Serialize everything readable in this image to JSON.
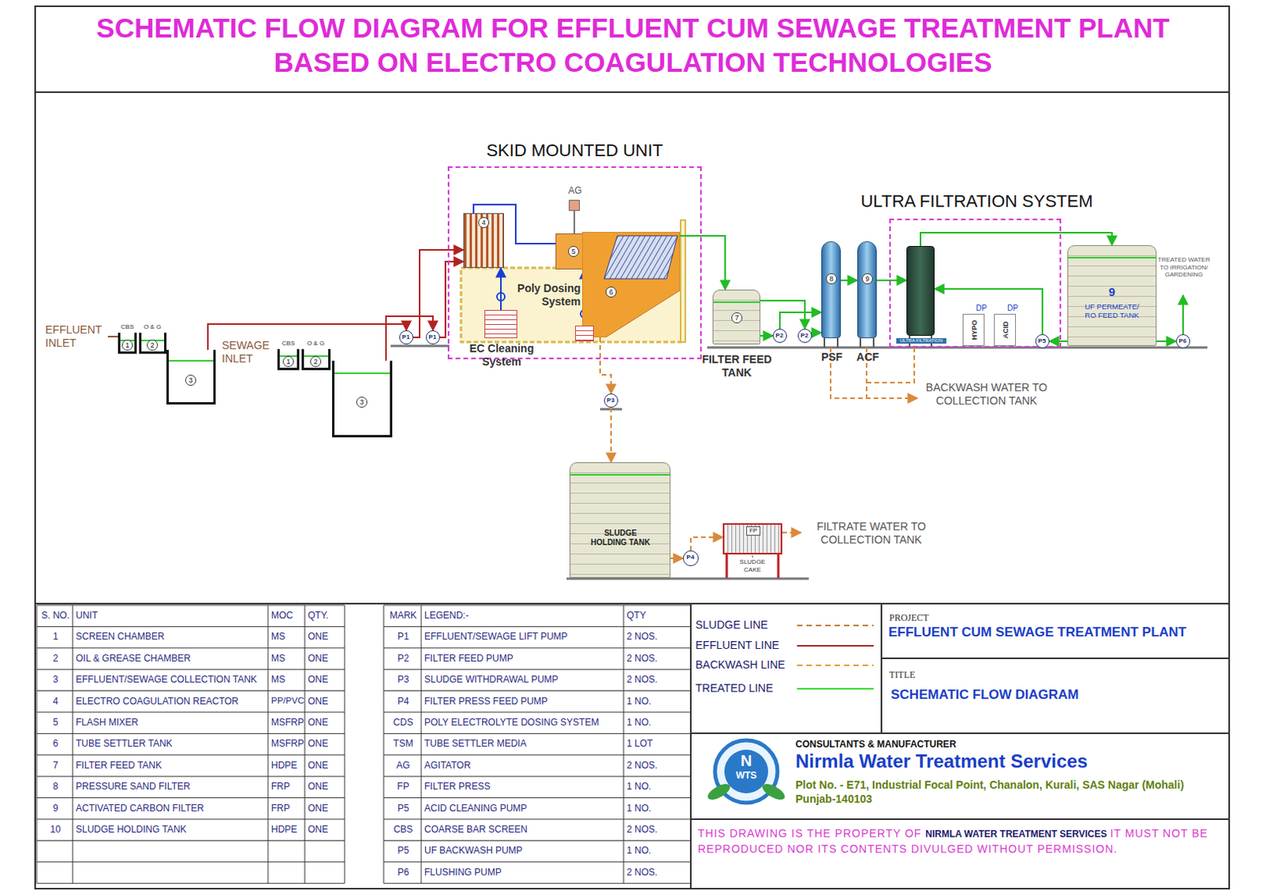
{
  "diagram": {
    "title": "SCHEMATIC FLOW DIAGRAM FOR EFFLUENT CUM SEWAGE TREATMENT PLANT BASED ON ELECTRO COAGULATION TECHNOLOGIES",
    "nodes": [
      {
        "text": [
          "SKID MOUNTED UNIT"
        ]
      },
      {
        "text": [
          "4"
        ],
        "in": 0
      },
      {
        "text": [
          "5"
        ],
        "in": 0
      },
      {
        "text": [
          "6"
        ],
        "in": 0
      },
      {
        "text": [
          "EC Cleaning System"
        ],
        "in": 0
      },
      {
        "text": [
          "Poly Dosing System"
        ],
        "in": 0
      },
      {
        "text": [
          "AG"
        ],
        "in": 0
      },
      {
        "text": [
          "7",
          "FILTER FEED TANK"
        ]
      },
      {
        "text": [
          "8",
          "PSF"
        ]
      },
      {
        "text": [
          "9",
          "ACF"
        ]
      },
      {
        "text": [
          "ULTRA FILTRATION SYSTEM"
        ]
      },
      {
        "text": [
          "ULTRA FILTRATION"
        ],
        "in": 10
      },
      {
        "text": [
          "HYPO",
          "DP"
        ],
        "in": 10
      },
      {
        "text": [
          "ACID",
          "DP"
        ],
        "in": 10
      },
      {
        "text": [
          "9",
          "UF PERMEATE/ RO FEED TANK"
        ]
      },
      {
        "text": [
          "SLUDGE HOLDING TANK"
        ]
      },
      {
        "text": [
          "FP"
        ]
      },
      {
        "text": [
          "CBS",
          "1"
        ]
      },
      {
        "text": [
          "O & G",
          "2"
        ]
      },
      {
        "text": [
          "3"
        ]
      },
      {
        "text": [
          "CBS",
          "1"
        ]
      },
      {
        "text": [
          "O & G",
          "2"
        ]
      },
      {
        "text": [
          "3"
        ]
      },
      {
        "text": [
          "P1"
        ]
      },
      {
        "text": [
          "P1"
        ]
      },
      {
        "text": [
          "P3"
        ]
      },
      {
        "text": [
          "P2"
        ]
      },
      {
        "text": [
          "P2"
        ]
      },
      {
        "text": [
          "P4"
        ]
      },
      {
        "text": [
          "P5"
        ]
      },
      {
        "text": [
          "P6"
        ]
      }
    ],
    "edges": [
      {
        "from": 19,
        "to": 23,
        "arrow": "to"
      },
      {
        "from": 22,
        "to": 24,
        "arrow": "to"
      },
      {
        "from": 23,
        "to": 1,
        "arrow": "to"
      },
      {
        "from": 24,
        "to": 1,
        "arrow": "to"
      },
      {
        "from": 3,
        "to": 7,
        "arrow": "to"
      },
      {
        "from": 7,
        "to": 26,
        "arrow": "to"
      },
      {
        "from": 7,
        "to": 27,
        "arrow": "to"
      },
      {
        "from": 26,
        "to": 8,
        "arrow": "to"
      },
      {
        "from": 27,
        "to": 8,
        "arrow": "to"
      },
      {
        "from": 8,
        "to": 9,
        "arrow": "to"
      },
      {
        "from": 9,
        "to": 11,
        "arrow": "to"
      },
      {
        "from": 11,
        "to": 14,
        "arrow": "to"
      },
      {
        "from": 14,
        "to": 30,
        "arrow": "to"
      },
      {
        "from": 14,
        "to": 29,
        "arrow": "to"
      },
      {
        "from": 29,
        "to": 11,
        "arrow": "to"
      },
      {
        "from": 3,
        "to": 25,
        "arrow": "to"
      },
      {
        "from": 25,
        "to": 15,
        "arrow": "to"
      },
      {
        "from": 15,
        "to": 28,
        "arrow": "to"
      },
      {
        "from": 28,
        "to": 16,
        "arrow": "to"
      },
      {
        "from": 5,
        "to": 2,
        "arrow": "to"
      },
      {
        "from": 4,
        "to": 1,
        "arrow": "to"
      }
    ],
    "labels": [
      "EFFLUENT INLET",
      "SEWAGE INLET",
      "BACKWASH WATER TO COLLECTION TANK",
      "TREATED WATER TO IRRIGATION/ GARDENING",
      "FILTRATE WATER TO COLLECTION TANK",
      "SLUDGE CAKE",
      "PROJECT",
      "EFFLUENT CUM SEWAGE TREATMENT PLANT",
      "TITLE",
      "SCHEMATIC FLOW DIAGRAM",
      "CONSULTANTS & MANUFACTURER",
      "N",
      "WTS",
      "Nirmla Water Treatment Services",
      "Plot No. - E71, Industrial Focal Point, Chanalon, Kurali, SAS Nagar (Mohali) Punjab-140103",
      "THIS DRAWING IS THE PROPERTY OF",
      "NIRMLA WATER TREATMENT SERVICES",
      "IT MUST NOT BE REPRODUCED NOR ITS CONTENTS DIVULGED WITHOUT PERMISSION.",
      "S. NO.",
      "UNIT",
      "MOC",
      "QTY.",
      "1",
      "SCREEN CHAMBER",
      "MS",
      "ONE",
      "2",
      "OIL & GREASE CHAMBER",
      "MS",
      "ONE",
      "3",
      "EFFLUENT/SEWAGE COLLECTION TANK",
      "MS",
      "ONE",
      "4",
      "ELECTRO COAGULATION REACTOR",
      "PP/PVC",
      "ONE",
      "5",
      "FLASH MIXER",
      "MSFRP",
      "ONE",
      "6",
      "TUBE SETTLER TANK",
      "MSFRP",
      "ONE",
      "7",
      "FILTER FEED TANK",
      "HDPE",
      "ONE",
      "8",
      "PRESSURE SAND FILTER",
      "FRP",
      "ONE",
      "9",
      "ACTIVATED CARBON FILTER",
      "FRP",
      "ONE",
      "10",
      "SLUDGE HOLDING TANK",
      "HDPE",
      "ONE",
      "MARK",
      "LEGEND:-",
      "QTY",
      "P1",
      "EFFLUENT/SEWAGE LIFT PUMP",
      "2 NOS.",
      "P2",
      "FILTER FEED PUMP",
      "2 NOS.",
      "P3",
      "SLUDGE WITHDRAWAL PUMP",
      "2 NOS.",
      "P4",
      "FILTER PRESS FEED PUMP",
      "1 NO.",
      "CDS",
      "POLY ELECTROLYTE DOSING SYSTEM",
      "1 NO.",
      "TSM",
      "TUBE SETTLER MEDIA",
      "1 LOT",
      "AG",
      "AGITATOR",
      "2 NOS.",
      "FP",
      "FILTER PRESS",
      "1 NO.",
      "P5",
      "ACID CLEANING PUMP",
      "1 NO.",
      "CBS",
      "COARSE BAR SCREEN",
      "2 NOS.",
      "P5",
      "UF BACKWASH PUMP",
      "1 NO.",
      "P6",
      "FLUSHING PUMP",
      "2 NOS."
    ],
    "legend": [
      {
        "text": "SLUDGE LINE"
      },
      {
        "text": "EFFLUENT LINE"
      },
      {
        "text": "BACKWASH LINE"
      },
      {
        "text": "TREATED LINE"
      }
    ]
  }
}
